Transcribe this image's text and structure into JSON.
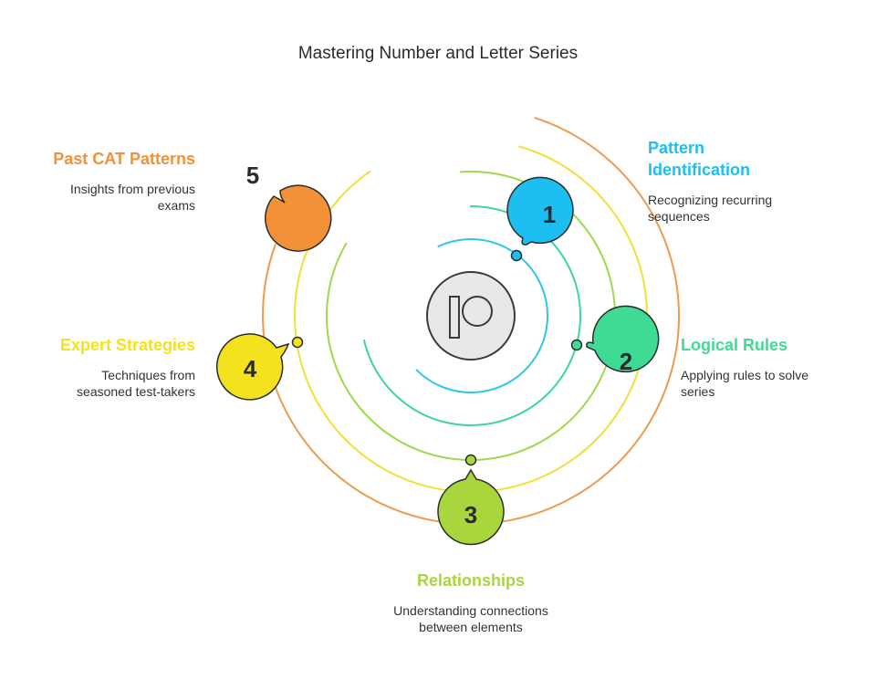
{
  "title": "Mastering Number and Letter Series",
  "center_icon": "patreon-logo-icon",
  "colors": {
    "step1": "#1cbff0",
    "step2": "#3fdb94",
    "step3": "#a8d63c",
    "step4": "#f5e21e",
    "step5": "#f29138",
    "ring1": "#2ec7ea",
    "ring2": "#3dd3a4",
    "ring3": "#9fd84a",
    "ring4": "#f2e03a",
    "ring5": "#ee9a4e"
  },
  "steps": [
    {
      "number": "1",
      "title_line1": "Pattern",
      "title_line2": "Identification",
      "desc_line1": "Recognizing recurring",
      "desc_line2": "sequences"
    },
    {
      "number": "2",
      "title": "Logical Rules",
      "desc_line1": "Applying rules to solve",
      "desc_line2": "series"
    },
    {
      "number": "3",
      "title": "Relationships",
      "desc_line1": "Understanding connections",
      "desc_line2": "between elements"
    },
    {
      "number": "4",
      "title": "Expert Strategies",
      "desc_line1": "Techniques from",
      "desc_line2": "seasoned test-takers"
    },
    {
      "number": "5",
      "title": "Past CAT Patterns",
      "desc_line1": "Insights from previous",
      "desc_line2": "exams"
    }
  ]
}
